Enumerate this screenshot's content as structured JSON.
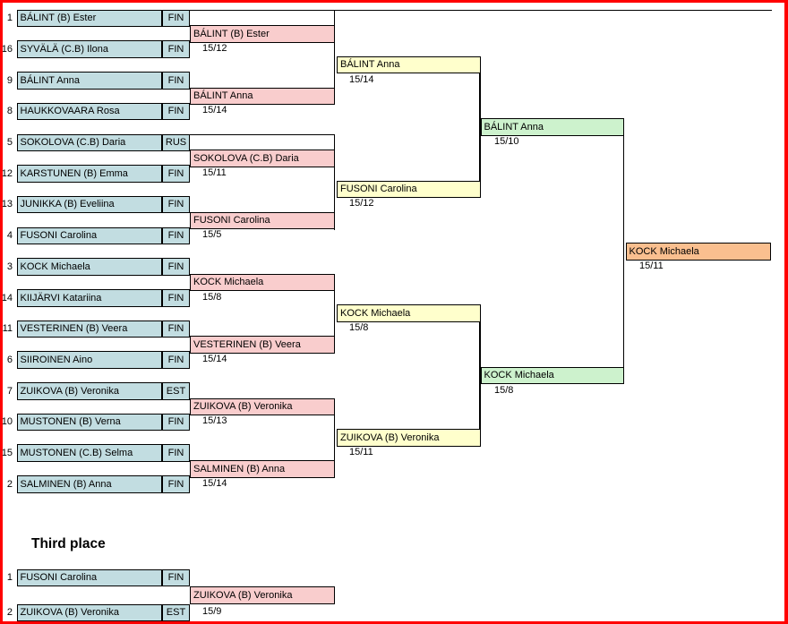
{
  "colors": {
    "frame": "#FF0000",
    "line": "#000000",
    "player_fill": "#C2DDE1",
    "round2_fill": "#F9CDCD",
    "round3_fill": "#FFFFCC",
    "semifinal_fill": "#CDF2CD",
    "final_fill": "#FABF8F"
  },
  "main_draw": {
    "players": [
      {
        "seed": "1",
        "name": "BÁLINT (B) Ester",
        "country": "FIN"
      },
      {
        "seed": "16",
        "name": "SYVÄLÄ (C.B) Ilona",
        "country": "FIN"
      },
      {
        "seed": "9",
        "name": "BÁLINT Anna",
        "country": "FIN"
      },
      {
        "seed": "8",
        "name": "HAUKKOVAARA Rosa",
        "country": "FIN"
      },
      {
        "seed": "5",
        "name": "SOKOLOVA (C.B) Daria",
        "country": "RUS"
      },
      {
        "seed": "12",
        "name": "KARSTUNEN (B) Emma",
        "country": "FIN"
      },
      {
        "seed": "13",
        "name": "JUNIKKA (B) Eveliina",
        "country": "FIN"
      },
      {
        "seed": "4",
        "name": "FUSONI Carolina",
        "country": "FIN"
      },
      {
        "seed": "3",
        "name": "KOCK Michaela",
        "country": "FIN"
      },
      {
        "seed": "14",
        "name": "KIIJÄRVI Katariina",
        "country": "FIN"
      },
      {
        "seed": "11",
        "name": "VESTERINEN (B) Veera",
        "country": "FIN"
      },
      {
        "seed": "6",
        "name": "SIIROINEN Aino",
        "country": "FIN"
      },
      {
        "seed": "7",
        "name": "ZUIKOVA (B) Veronika",
        "country": "EST"
      },
      {
        "seed": "10",
        "name": "MUSTONEN (B) Verna",
        "country": "FIN"
      },
      {
        "seed": "15",
        "name": "MUSTONEN (C.B) Selma",
        "country": "FIN"
      },
      {
        "seed": "2",
        "name": "SALMINEN (B) Anna",
        "country": "FIN"
      }
    ],
    "round2": [
      {
        "name": "BÁLINT (B) Ester",
        "score": "15/12"
      },
      {
        "name": "BÁLINT Anna",
        "score": "15/14"
      },
      {
        "name": "SOKOLOVA (C.B) Daria",
        "score": "15/11"
      },
      {
        "name": "FUSONI Carolina",
        "score": "15/5"
      },
      {
        "name": "KOCK Michaela",
        "score": "15/8"
      },
      {
        "name": "VESTERINEN (B) Veera",
        "score": "15/14"
      },
      {
        "name": "ZUIKOVA (B) Veronika",
        "score": "15/13"
      },
      {
        "name": "SALMINEN (B) Anna",
        "score": "15/14"
      }
    ],
    "round3": [
      {
        "name": "BÁLINT Anna",
        "score": "15/14"
      },
      {
        "name": "FUSONI Carolina",
        "score": "15/12"
      },
      {
        "name": "KOCK Michaela",
        "score": "15/8"
      },
      {
        "name": "ZUIKOVA (B) Veronika",
        "score": "15/11"
      }
    ],
    "semifinals": [
      {
        "name": "BÁLINT Anna",
        "score": "15/10"
      },
      {
        "name": "KOCK Michaela",
        "score": "15/8"
      }
    ],
    "champion": {
      "name": "KOCK Michaela",
      "score": "15/11"
    }
  },
  "third_place": {
    "heading": "Third place",
    "players": [
      {
        "seed": "1",
        "name": "FUSONI Carolina",
        "country": "FIN"
      },
      {
        "seed": "2",
        "name": "ZUIKOVA (B) Veronika",
        "country": "EST"
      }
    ],
    "winner": {
      "name": "ZUIKOVA (B) Veronika",
      "score": "15/9"
    }
  }
}
